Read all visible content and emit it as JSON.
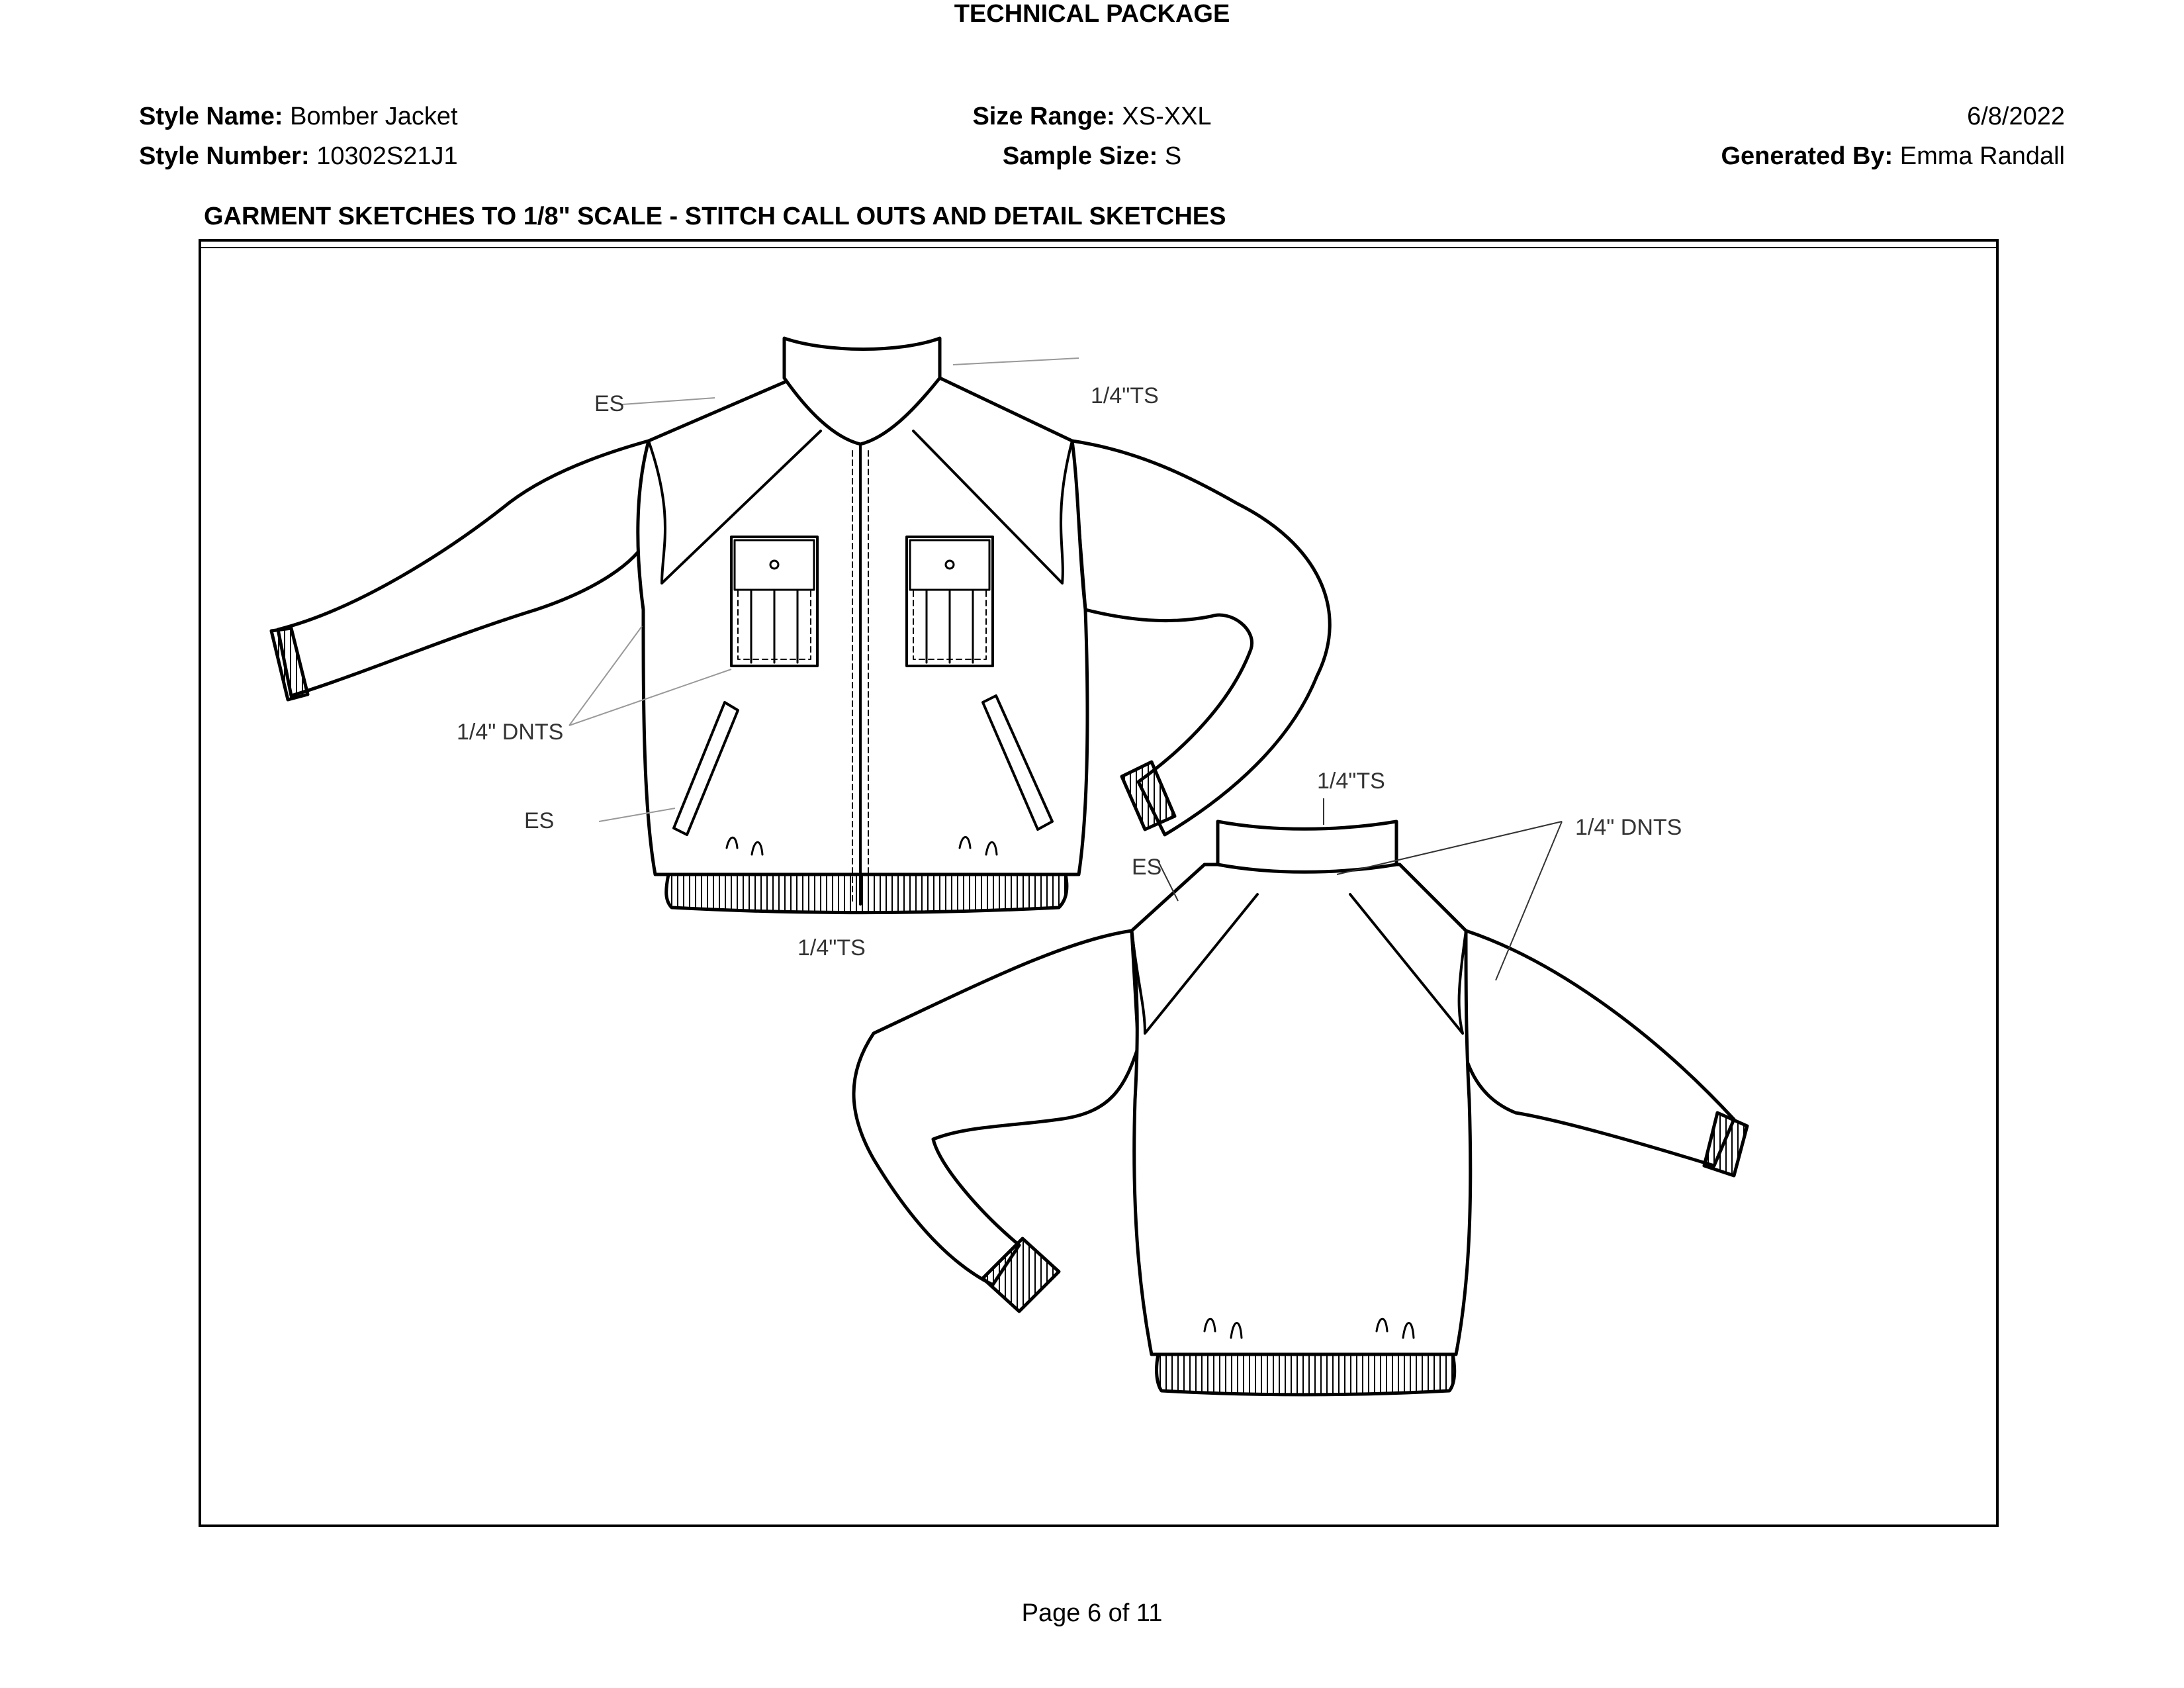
{
  "header": {
    "title": "TECHNICAL PACKAGE",
    "style_name_label": "Style Name:",
    "style_name_value": "Bomber Jacket",
    "style_number_label": "Style Number:",
    "style_number_value": "10302S21J1",
    "size_range_label": "Size Range:",
    "size_range_value": "XS-XXL",
    "sample_size_label": "Sample Size:",
    "sample_size_value": "S",
    "date": "6/8/2022",
    "generated_by_label": "Generated By:",
    "generated_by_value": "Emma Randall"
  },
  "section_title": "GARMENT SKETCHES TO 1/8\" SCALE - STITCH CALL OUTS AND DETAIL SKETCHES",
  "callouts": {
    "front": {
      "es_shoulder": "ES",
      "ts_collar": "1/4\"TS",
      "dnts_pocket": "1/4\" DNTS",
      "es_side": "ES",
      "ts_hem": "1/4\"TS"
    },
    "back": {
      "ts_collar": "1/4\"TS",
      "dnts_raglan": "1/4\" DNTS",
      "es_shoulder": "ES"
    }
  },
  "footer": {
    "page": "Page 6 of 11"
  }
}
